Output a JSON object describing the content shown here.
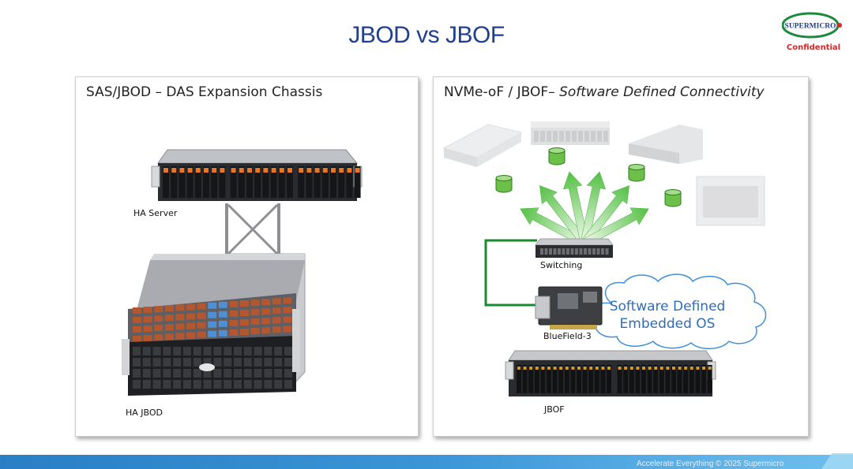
{
  "slide": {
    "title": "JBOD vs JBOF",
    "confidential": "Confidential",
    "footer": "Accelerate Everything © 2025 Supermicro"
  },
  "logo": {
    "text": "SUPERMICRO",
    "icon": "supermicro-logo"
  },
  "left_panel": {
    "title": "SAS/JBOD – DAS Expansion Chassis",
    "server_label": "HA Server",
    "jbod_label": "HA JBOD"
  },
  "right_panel": {
    "title_plain": "NVMe-oF / JBOF– ",
    "title_italic": "Software Defined Connectivity",
    "switch_label": "Switching",
    "dpu_label": "BlueField-3",
    "jbof_label": "JBOF",
    "cloud_line1": "Software Defined",
    "cloud_line2": "Embedded OS"
  },
  "colors": {
    "title": "#1f3f8f",
    "confidential": "#d32a2a",
    "cloud_text": "#2f6db5",
    "arrow_green": "#4fbf3a",
    "link_green": "#1a8a2e",
    "footer_blue": "#2a7fc4"
  }
}
